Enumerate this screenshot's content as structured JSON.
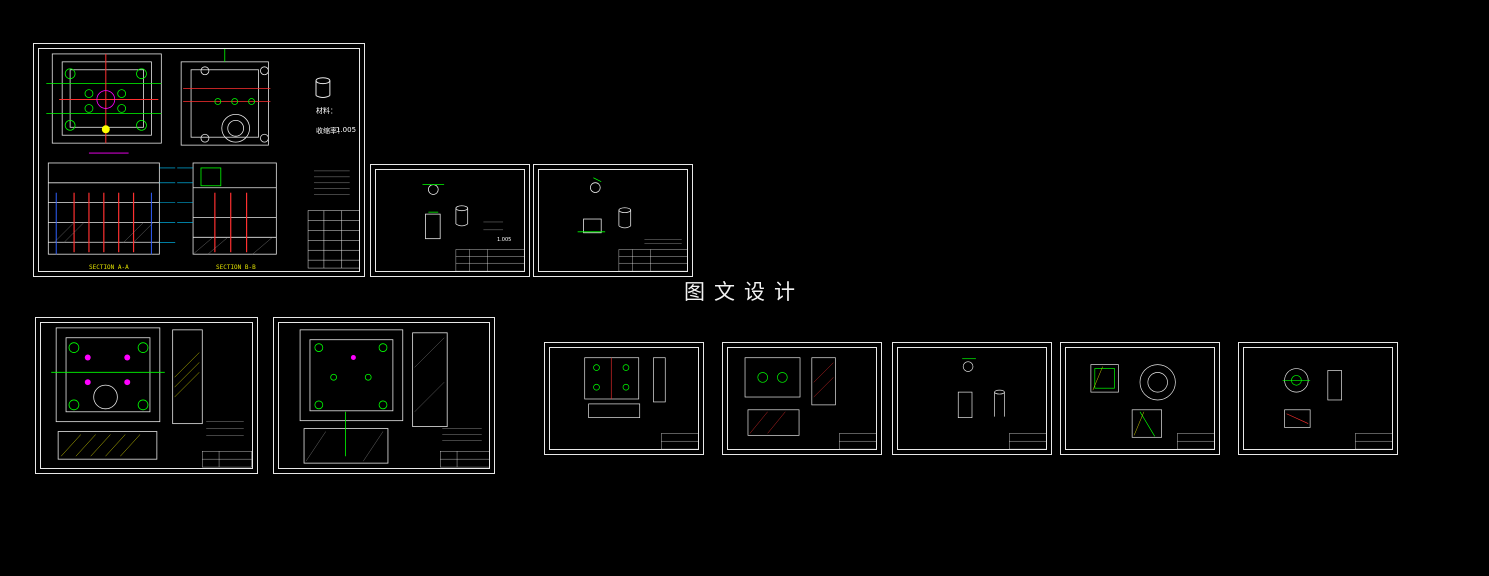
{
  "watermark": "图文设计",
  "sheet1": {
    "material_label": "材料：",
    "shrink_label": "收缩率：",
    "shrink_value": "1.005",
    "section_a": "SECTION A-A",
    "section_b": "SECTION B-B"
  },
  "sheet2": {
    "shrink_value": "1.005"
  },
  "colors": {
    "line": "#e8e8e8",
    "green": "#00ff00",
    "red": "#ff3030",
    "cyan": "#00c8ff",
    "yellow": "#ffff00",
    "magenta": "#ff00ff",
    "blue": "#3060ff"
  }
}
